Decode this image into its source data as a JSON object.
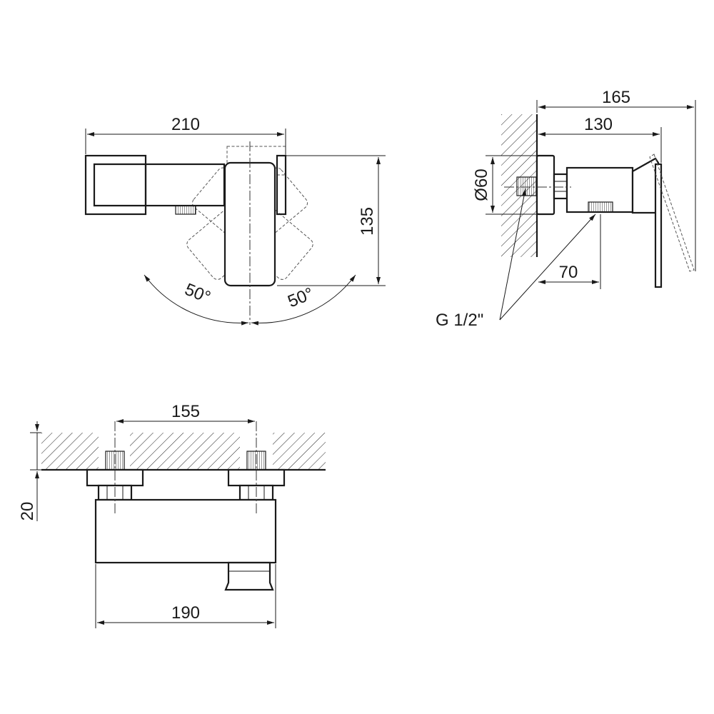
{
  "drawing": {
    "top_view": {
      "width_label": "210",
      "height_label": "135",
      "angle_left_label": "50°",
      "angle_right_label": "50°"
    },
    "side_view": {
      "overall_depth_label": "165",
      "body_depth_label": "130",
      "flange_diameter_label": "Ø60",
      "outlet_offset_label": "70",
      "thread_label": "G 1/2\""
    },
    "front_view": {
      "inlet_spacing_label": "155",
      "wall_offset_label": "20",
      "body_width_label": "190"
    }
  }
}
